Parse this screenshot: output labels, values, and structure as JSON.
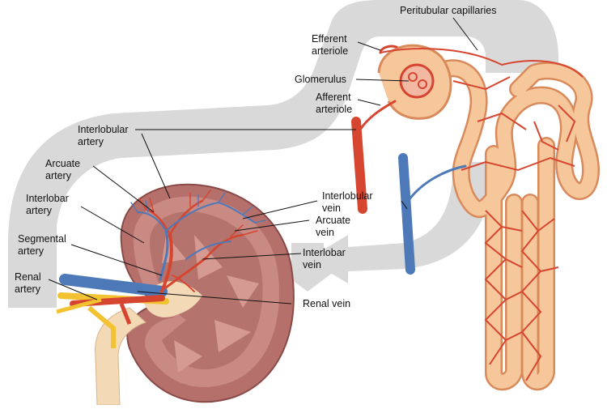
{
  "labels": {
    "peritubular_capillaries": "Peritubular capillaries",
    "efferent_arteriole": [
      "Efferent",
      "arteriole"
    ],
    "glomerulus": "Glomerulus",
    "afferent_arteriole": [
      "Afferent",
      "arteriole"
    ],
    "interlobular_artery": [
      "Interlobular",
      "artery"
    ],
    "arcuate_artery": [
      "Arcuate",
      "artery"
    ],
    "interlobar_artery": [
      "Interlobar",
      "artery"
    ],
    "segmental_artery": [
      "Segmental",
      "artery"
    ],
    "renal_artery": [
      "Renal",
      "artery"
    ],
    "interlobular_vein": [
      "Interlobular",
      "vein"
    ],
    "arcuate_vein": [
      "Arcuate",
      "vein"
    ],
    "interlobar_vein": [
      "Interlobar",
      "vein"
    ],
    "renal_vein": "Renal vein"
  },
  "colors": {
    "artery": "#d6452f",
    "vein": "#4d79b8",
    "tubule": "#f6c79b",
    "tubule_edge": "#d98a5a",
    "kidney": "#b5706c",
    "cortex": "#c98a84",
    "flow_arrow": "#d9d9d9",
    "ureter": "#f3d9b6",
    "nerve": "#f2c230"
  }
}
